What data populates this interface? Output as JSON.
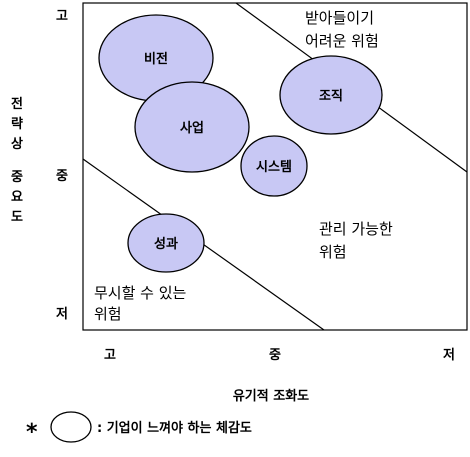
{
  "y_axis": {
    "title_line1": "전략상",
    "title_line2": "중요도",
    "ticks": [
      "고",
      "중",
      "저"
    ]
  },
  "x_axis": {
    "title": "유기적 조화도",
    "ticks": [
      "고",
      "중",
      "저"
    ]
  },
  "zones": {
    "top_line1": "받아들이기",
    "top_line2": "어려운 위험",
    "middle_line1": "관리 가능한",
    "middle_line2": "위험",
    "bottom_line1": "무시할 수 있는",
    "bottom_line2": "위험"
  },
  "bubbles": {
    "vision": "비전",
    "business": "사업",
    "organization": "조직",
    "system": "시스템",
    "performance": "성과"
  },
  "legend": {
    "marker": "*",
    "text": ": 기업이 느껴야 하는 체감도"
  },
  "colors": {
    "bubble_fill": "#c8c8f4"
  }
}
